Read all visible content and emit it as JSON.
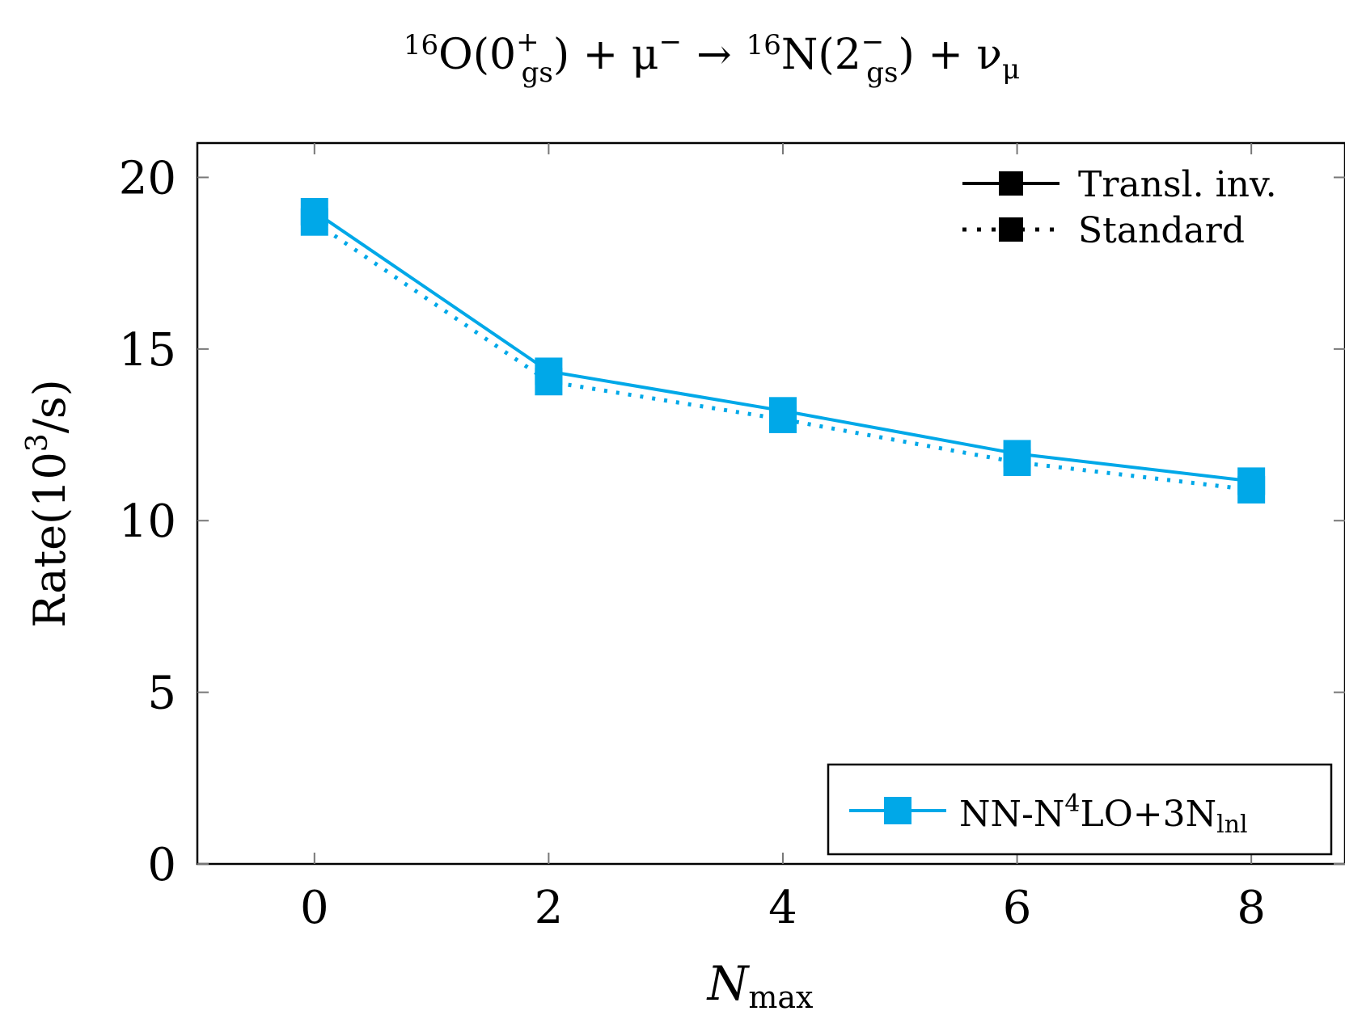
{
  "chart_data": {
    "type": "line",
    "title": {
      "lhs_mass": "16",
      "lhs_nucleus": "O(0",
      "lhs_sup": "+",
      "lhs_sub": "gs",
      "plus_muon": ") + μ",
      "muon_sup": "−",
      "arrow": "→",
      "rhs_mass": "16",
      "rhs_nucleus": "N(2",
      "rhs_sup": "−",
      "rhs_sub": "gs",
      "plus_nu": ") + ν",
      "nu_sub": "μ"
    },
    "xlabel": {
      "main": "N",
      "sub": "max"
    },
    "ylabel": {
      "before": "Rate(10",
      "sup": "3",
      "after": "/s)"
    },
    "xlim": [
      -1,
      8.8
    ],
    "ylim": [
      0,
      21
    ],
    "xticks": [
      0,
      2,
      4,
      6,
      8
    ],
    "yticks": [
      0,
      5,
      10,
      15,
      20
    ],
    "grid": false,
    "color": "#00A8E8",
    "series": [
      {
        "style": "solid",
        "x": [
          0,
          2,
          4,
          6,
          8
        ],
        "y": [
          19.0,
          14.35,
          13.2,
          11.95,
          11.15
        ]
      },
      {
        "style": "dotted",
        "x": [
          0,
          2,
          4,
          6,
          8
        ],
        "y": [
          18.7,
          14.05,
          12.95,
          11.7,
          10.9
        ]
      }
    ],
    "legend_style": {
      "placement": "top-right",
      "entries": [
        {
          "label": "Transl. inv.",
          "style": "solid"
        },
        {
          "label": "Standard",
          "style": "dotted"
        }
      ]
    },
    "legend_method": {
      "placement": "bottom-right",
      "entry": {
        "pre": "NN-N",
        "sup": "4",
        "mid": "LO+3N",
        "sub": "lnl"
      }
    }
  }
}
